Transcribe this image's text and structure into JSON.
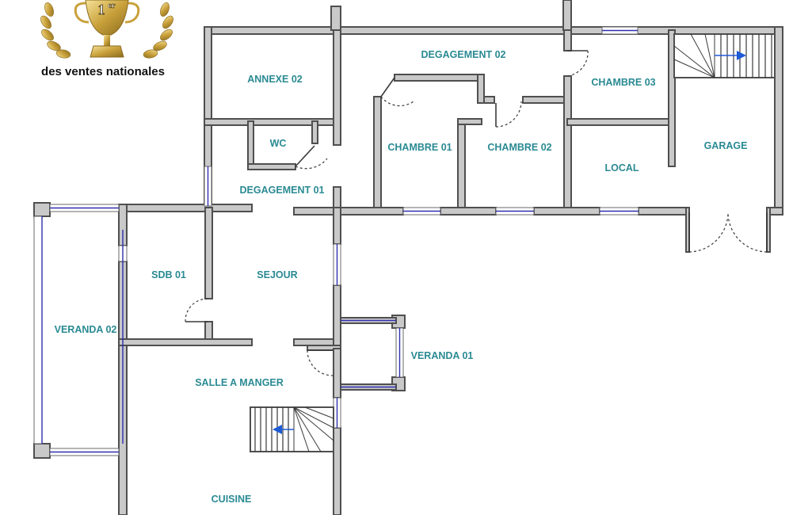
{
  "award": {
    "rank": "1",
    "rank_suffix": "er",
    "caption": "des ventes nationales",
    "colors": {
      "gold": "#c9a13b",
      "gold_light": "#f1d98a",
      "gold_dark": "#8a6a1e"
    }
  },
  "plan": {
    "colors": {
      "label": "#2a8a93",
      "wall": "#c9c9c9",
      "window": "#2f2fae",
      "stair_arrow": "#1e5bd6"
    },
    "rooms": [
      {
        "key": "annexe-02",
        "label": "ANNEXE 02"
      },
      {
        "key": "degagement-02",
        "label": "DEGAGEMENT 02"
      },
      {
        "key": "chambre-03",
        "label": "CHAMBRE 03"
      },
      {
        "key": "garage",
        "label": "GARAGE"
      },
      {
        "key": "wc",
        "label": "WC"
      },
      {
        "key": "chambre-01",
        "label": "CHAMBRE 01"
      },
      {
        "key": "chambre-02",
        "label": "CHAMBRE 02"
      },
      {
        "key": "local",
        "label": "LOCAL"
      },
      {
        "key": "degagement-01",
        "label": "DEGAGEMENT 01"
      },
      {
        "key": "sdb-01",
        "label": "SDB 01"
      },
      {
        "key": "sejour",
        "label": "SEJOUR"
      },
      {
        "key": "veranda-02",
        "label": "VERANDA 02"
      },
      {
        "key": "veranda-01",
        "label": "VERANDA 01"
      },
      {
        "key": "salle-a-manger",
        "label": "SALLE A MANGER"
      },
      {
        "key": "cuisine",
        "label": "CUISINE"
      }
    ]
  }
}
